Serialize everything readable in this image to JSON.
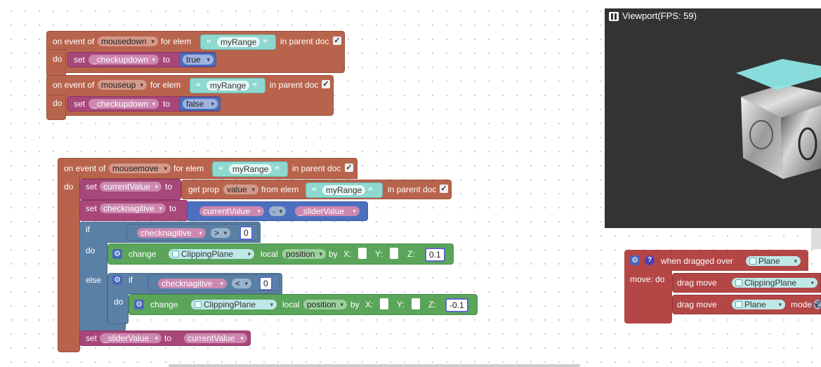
{
  "viewport": {
    "title": "Viewport(FPS: 59)"
  },
  "kw": {
    "on_event_of": "on event of",
    "for_elem": "for elem",
    "in_parent_doc": "in parent doc",
    "do": "do",
    "set": "set",
    "to": "to",
    "if": "if",
    "else": "else",
    "change": "change",
    "local": "local",
    "by": "by",
    "x": "X:",
    "y": "Y:",
    "z": "Z:",
    "get_prop": "get prop",
    "from_elem": "from elem",
    "check": "✓",
    "when_dragged_over": "when dragged over",
    "move_do": "move: do",
    "drag_move": "drag move",
    "mode": "mode",
    "z_cut": "Z",
    "qmark": "?",
    "gear": "⚙",
    "open_quote": "“",
    "close_quote": "”"
  },
  "block1": {
    "event": "mousedown",
    "elem": "myRange",
    "var": "_checkupdown",
    "value": "true"
  },
  "block2": {
    "event": "mouseup",
    "elem": "myRange",
    "var": "_checkupdown",
    "value": "false"
  },
  "block3": {
    "event": "mousemove",
    "elem": "myRange",
    "set1_var": "currentValue",
    "prop": "value",
    "prop_elem": "myRange",
    "set2_var": "checknagitive",
    "minus_left": "currentValue",
    "minus_op": "-",
    "minus_right": "_sliderValue",
    "if_var": "checknagitive",
    "if_op": ">",
    "if_val": "0",
    "change1_obj": "ClippingPlane",
    "change1_prop": "position",
    "change1_z": "0.1",
    "elif_var": "checknagitive",
    "elif_op": "<",
    "elif_val": "0",
    "change2_obj": "ClippingPlane",
    "change2_prop": "position",
    "change2_z": "-0.1",
    "set3_var": "_sliderValue",
    "set3_value": "currentValue"
  },
  "block4": {
    "target": "Plane",
    "drag1_obj": "ClippingPlane",
    "drag2_obj": "Plane"
  }
}
